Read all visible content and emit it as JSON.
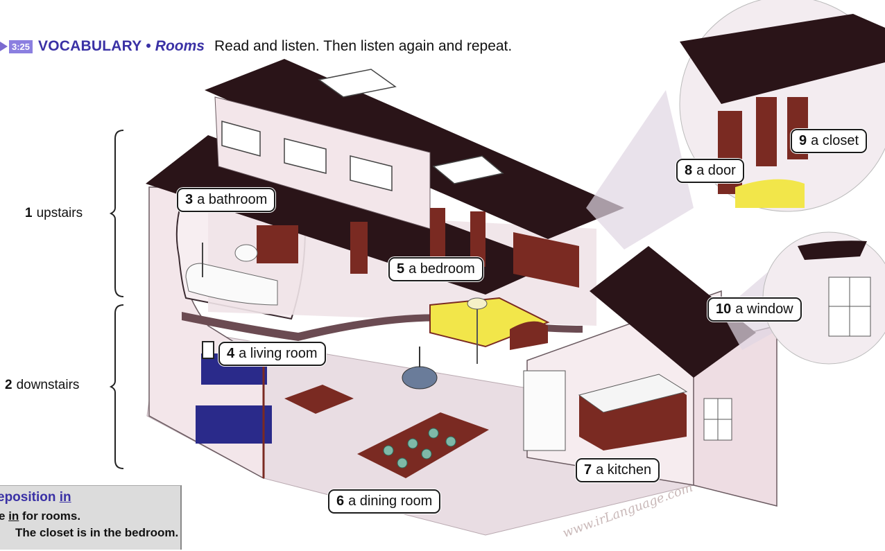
{
  "header": {
    "track": "3:25",
    "section": "VOCABULARY",
    "separator": "•",
    "topic": "Rooms",
    "instruction": "Read and listen. Then listen again and repeat."
  },
  "side_labels": [
    {
      "num": "1",
      "text": "upstairs"
    },
    {
      "num": "2",
      "text": "downstairs"
    }
  ],
  "labels": [
    {
      "num": "3",
      "text": "a bathroom"
    },
    {
      "num": "4",
      "text": "a living room"
    },
    {
      "num": "5",
      "text": "a bedroom"
    },
    {
      "num": "6",
      "text": "a dining room"
    },
    {
      "num": "7",
      "text": "a kitchen"
    },
    {
      "num": "8",
      "text": "a door"
    },
    {
      "num": "9",
      "text": "a closet"
    },
    {
      "num": "10",
      "text": "a window"
    }
  ],
  "note": {
    "title_prefix": "eposition ",
    "title_word": "in",
    "line1_prefix": "e ",
    "line1_word": "in",
    "line1_suffix": " for rooms.",
    "line2_prefix": "The closet is ",
    "line2_word": "in",
    "line2_suffix": " the bedroom."
  },
  "watermark": "www.irLanguage.com",
  "colors": {
    "accent": "#3a31a5",
    "roof": "#2a1418",
    "wall": "#f3e6ea",
    "furniture": "#7a2a22",
    "sofa": "#2a2a8a",
    "bed": "#f2e64a"
  }
}
